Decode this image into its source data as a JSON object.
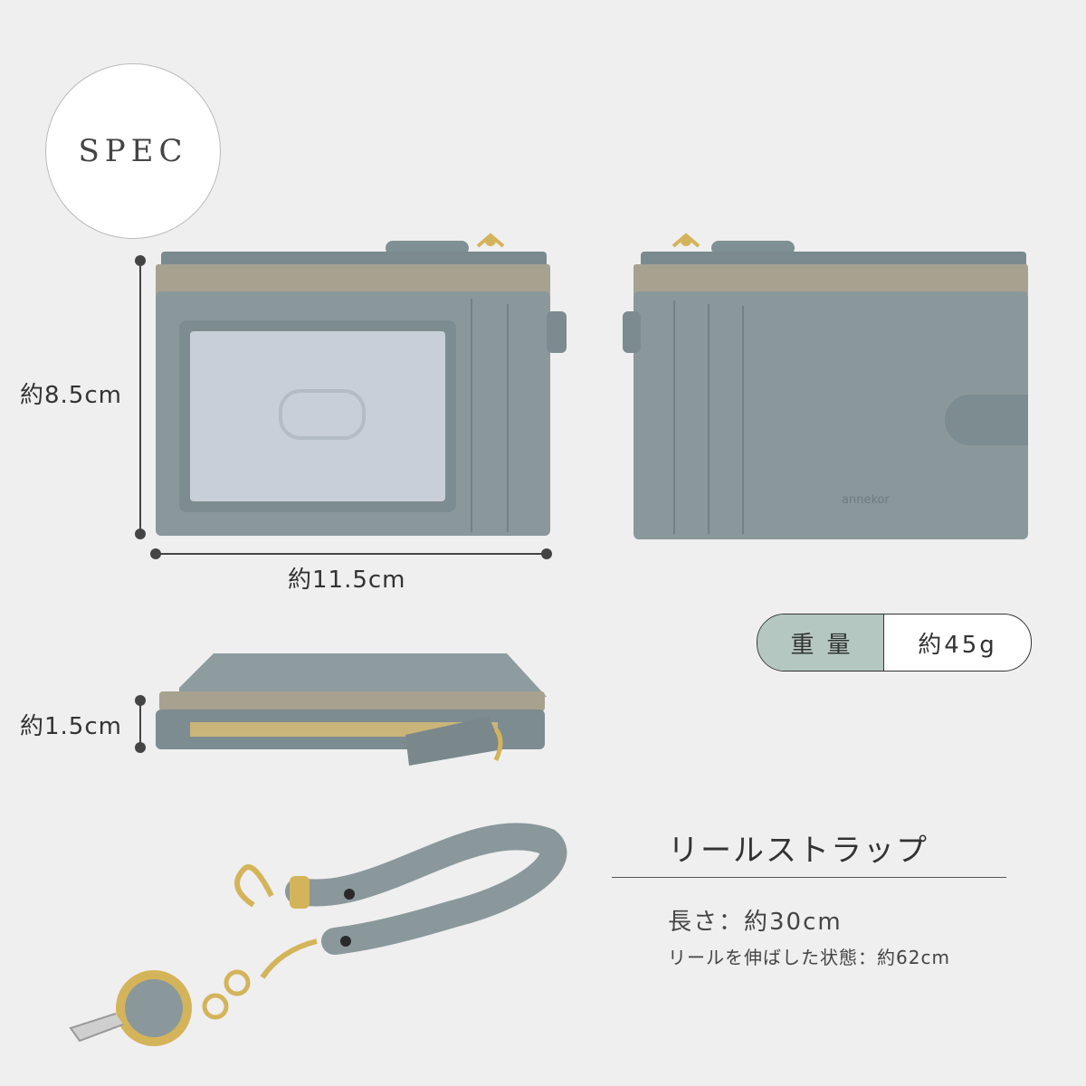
{
  "spec_label": "SPEC",
  "dimensions": {
    "height": "約8.5cm",
    "width": "約11.5cm",
    "depth": "約1.5cm"
  },
  "weight": {
    "label": "重量",
    "value": "約45g"
  },
  "strap": {
    "title": "リールストラップ",
    "length": "長さ：約30cm",
    "extended": "リールを伸ばした状態：約62cm"
  },
  "brand_text": "annekor",
  "colors": {
    "background": "#efefef",
    "leather_gray": "#8a989c",
    "leather_taupe": "#a7a190",
    "weight_label_bg": "#b5c7c1",
    "gold": "#d4b45a"
  }
}
